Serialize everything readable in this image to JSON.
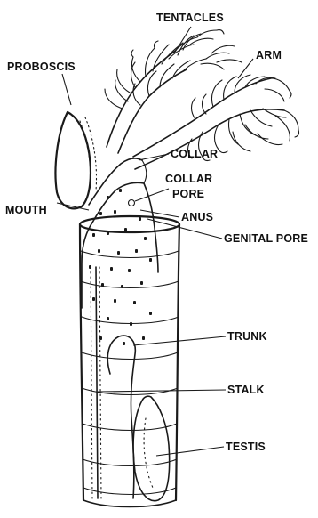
{
  "labels": {
    "tentacles": "TENTACLES",
    "proboscis": "PROBOSCIS",
    "arm": "ARM",
    "collar": "COLLAR",
    "collar_pore_line1": "COLLAR",
    "collar_pore_line2": "PORE",
    "anus": "ANUS",
    "mouth": "MOUTH",
    "genital_pore": "GENITAL PORE",
    "trunk": "TRUNK",
    "stalk": "STALK",
    "testis": "TESTIS"
  },
  "colors": {
    "ink": "#1a1a1a",
    "background": "#ffffff"
  }
}
